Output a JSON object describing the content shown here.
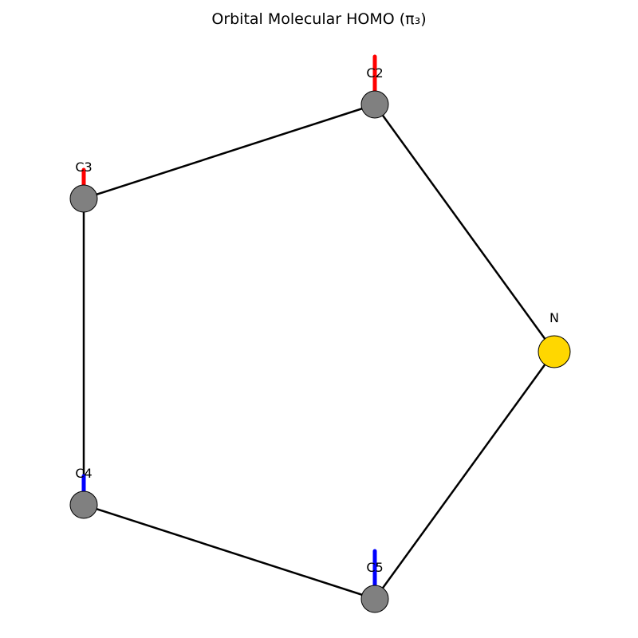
{
  "title": "Orbital Molecular HOMO (π₃)",
  "colors": {
    "carbon": "#808080",
    "nitrogen": "#FFD700",
    "bond": "#000000",
    "positive_lobe": "#FF0000",
    "negative_lobe": "#0000FF"
  },
  "atoms": [
    {
      "id": "N",
      "label": "N",
      "element": "nitrogen"
    },
    {
      "id": "C2",
      "label": "C2",
      "element": "carbon",
      "lobe_sign": "positive",
      "lobe_size": "large"
    },
    {
      "id": "C3",
      "label": "C3",
      "element": "carbon",
      "lobe_sign": "positive",
      "lobe_size": "small"
    },
    {
      "id": "C4",
      "label": "C4",
      "element": "carbon",
      "lobe_sign": "negative",
      "lobe_size": "small"
    },
    {
      "id": "C5",
      "label": "C5",
      "element": "carbon",
      "lobe_sign": "negative",
      "lobe_size": "large"
    }
  ],
  "bonds": [
    [
      "N",
      "C2"
    ],
    [
      "C2",
      "C3"
    ],
    [
      "C3",
      "C4"
    ],
    [
      "C4",
      "C5"
    ],
    [
      "C5",
      "N"
    ]
  ]
}
